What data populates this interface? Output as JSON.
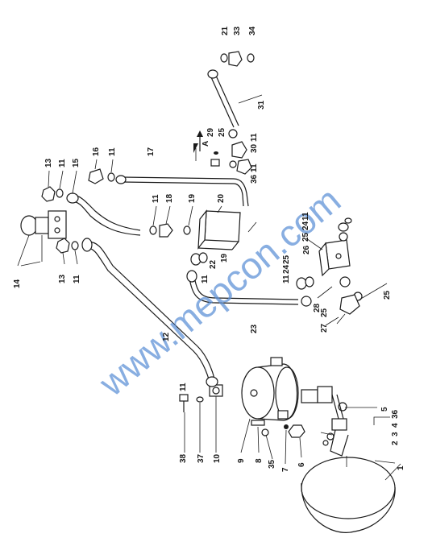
{
  "watermark": "www.mepcon.com",
  "arrow_label": "A",
  "callouts": {
    "c1": "1",
    "c2": "2",
    "c3": "3",
    "c4": "4",
    "c5": "5",
    "c6": "6",
    "c7": "7",
    "c8": "8",
    "c9": "9",
    "c10": "10",
    "c11a": "11",
    "c11b": "11",
    "c11c": "11",
    "c11d": "11",
    "c11e": "11",
    "c11f": "11",
    "c11g": "11",
    "c11h": "11",
    "c11i": "11",
    "c11j": "11",
    "c12": "12",
    "c13a": "13",
    "c13b": "13",
    "c14": "14",
    "c15": "15",
    "c16": "16",
    "c17": "17",
    "c18": "18",
    "c19a": "19",
    "c19b": "19",
    "c20": "20",
    "c21": "21",
    "c22": "22",
    "c23": "23",
    "c24a": "24",
    "c24b": "24",
    "c25a": "25",
    "c25b": "25",
    "c25c": "25",
    "c25d": "25",
    "c25e": "25",
    "c26": "26",
    "c27": "27",
    "c28": "28",
    "c29": "29",
    "c30": "30",
    "c31": "31",
    "c33": "33",
    "c34": "34",
    "c35": "35",
    "c36a": "36",
    "c36b": "36",
    "c37": "37",
    "c38": "38"
  }
}
